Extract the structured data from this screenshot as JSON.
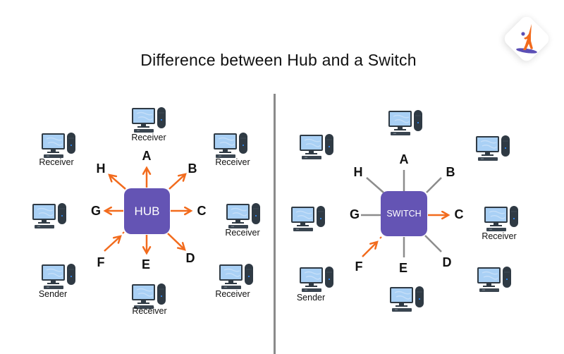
{
  "title": "Difference between Hub and a Switch",
  "logo": {
    "icon": "person-jumping-logo-icon",
    "colors": {
      "figure": "#f26b1d",
      "head": "#5b4fb5",
      "shadow": "#5b4fb5"
    }
  },
  "colors": {
    "node": "#6454b4",
    "arrow": "#f26b1d",
    "line": "#8c8c8c",
    "text": "#111111"
  },
  "hub": {
    "label": "HUB",
    "ports": [
      "A",
      "B",
      "C",
      "D",
      "E",
      "F",
      "G",
      "H"
    ],
    "computers": {
      "A": "Receiver",
      "B": "Receiver",
      "C": "Receiver",
      "D": "Receiver",
      "E": "Receiver",
      "F": "Sender",
      "G": "",
      "H": "Receiver"
    },
    "flow": {
      "incoming": [
        "F"
      ],
      "outgoing": [
        "A",
        "B",
        "C",
        "D",
        "E",
        "G",
        "H"
      ]
    }
  },
  "switch": {
    "label": "SWITCH",
    "ports": [
      "A",
      "B",
      "C",
      "D",
      "E",
      "F",
      "G",
      "H"
    ],
    "computers": {
      "A": "",
      "B": "",
      "C": "Receiver",
      "D": "",
      "E": "",
      "F": "Sender",
      "G": "",
      "H": ""
    },
    "flow": {
      "incoming": [
        "F"
      ],
      "outgoing": [
        "C"
      ],
      "idle": [
        "A",
        "B",
        "D",
        "E",
        "G",
        "H"
      ]
    }
  }
}
